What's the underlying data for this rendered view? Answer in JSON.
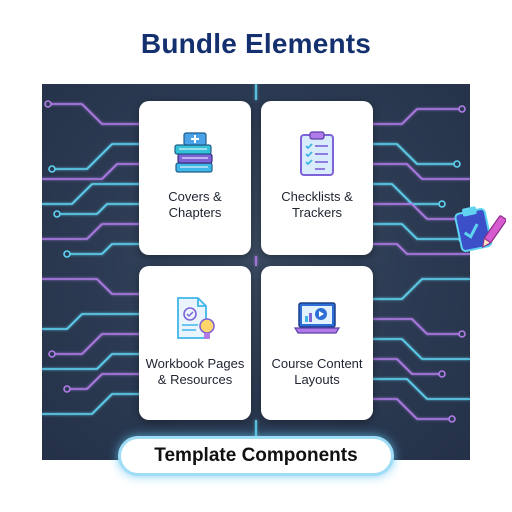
{
  "page": {
    "title": "Bundle Elements",
    "footer_label": "Template Components"
  },
  "cards": [
    {
      "label_line1": "Covers &",
      "label_line2": "Chapters",
      "icon": "book-stack-icon"
    },
    {
      "label_line1": "Checklists &",
      "label_line2": "Trackers",
      "icon": "clipboard-checklist-icon"
    },
    {
      "label_line1": "Workbook Pages",
      "label_line2": "& Resources",
      "icon": "document-lightbulb-icon"
    },
    {
      "label_line1": "Course Content",
      "label_line2": "Layouts",
      "icon": "laptop-video-icon"
    }
  ],
  "decor": {
    "side_badge_icon": "clipboard-pencil-icon",
    "colors": {
      "title": "#14306e",
      "panel_bg": "#2b3a52",
      "circuit_cyan": "#5fd3f0",
      "circuit_purple": "#b07be8",
      "pill_glow": "#9fdcf5"
    }
  }
}
